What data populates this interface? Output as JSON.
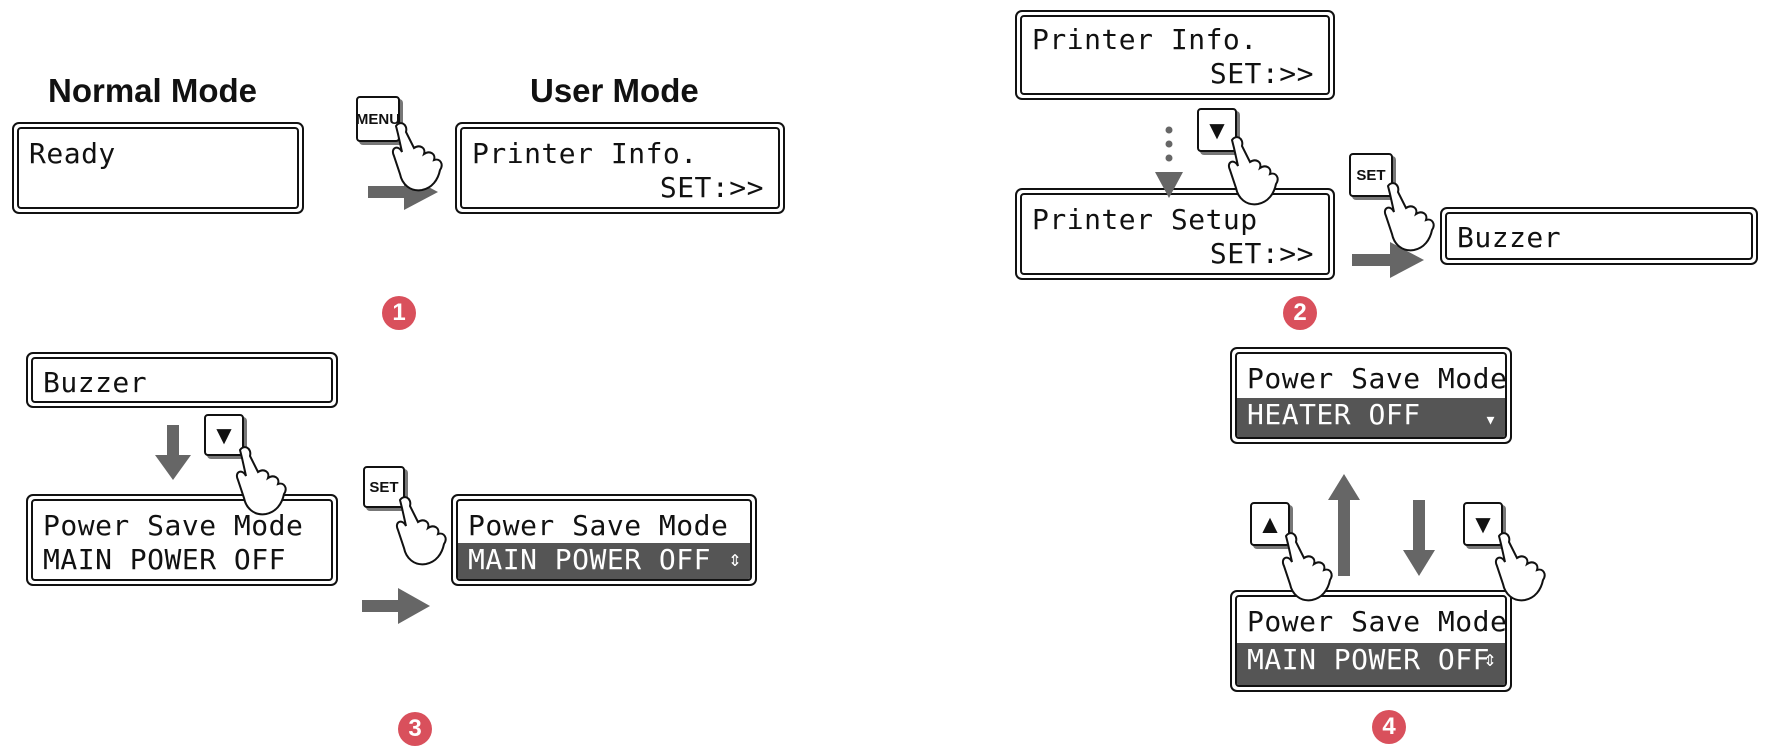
{
  "headings": {
    "normal_mode": "Normal Mode",
    "user_mode": "User Mode"
  },
  "steps": [
    "1",
    "2",
    "3",
    "4"
  ],
  "buttons": {
    "menu": "MENU",
    "set": "SET",
    "down": "▼",
    "up": "▲"
  },
  "step1": {
    "normal_lcd": {
      "line1": "Ready",
      "line2": ""
    },
    "user_lcd": {
      "line1": "Printer Info.",
      "line2": "SET:>>"
    }
  },
  "step2": {
    "lcd_top": {
      "line1": "Printer Info.",
      "line2": "SET:>>"
    },
    "lcd_bottom": {
      "line1": "Printer Setup",
      "line2": "SET:>>"
    },
    "lcd_result": {
      "line1": "Buzzer"
    }
  },
  "step3": {
    "lcd_top": {
      "line1": "Buzzer"
    },
    "lcd_bottom": {
      "line1": "Power Save Mode",
      "line2": "MAIN POWER OFF"
    },
    "lcd_result": {
      "line1": "Power Save Mode",
      "line2": "MAIN POWER OFF",
      "indicator": "⇕"
    }
  },
  "step4": {
    "lcd_top": {
      "line1": "Power Save Mode",
      "line2": "HEATER OFF",
      "indicator": "▾"
    },
    "lcd_bottom": {
      "line1": "Power Save Mode",
      "line2": "MAIN POWER OFF",
      "indicator": "⇕"
    }
  },
  "colors": {
    "step_badge": "#d9505c",
    "arrow": "#666666",
    "lcd_highlight": "#555555"
  }
}
